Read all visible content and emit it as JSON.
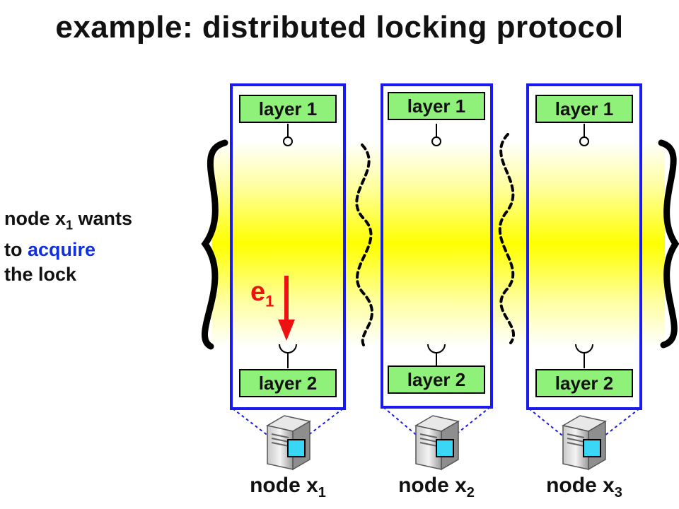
{
  "title": "example: distributed locking protocol",
  "caption": {
    "line1_prefix": "node x",
    "line1_sub": "1",
    "line1_suffix": " wants",
    "line2_prefix": "to ",
    "line2_highlight": "acquire",
    "line3": "the lock"
  },
  "columns": [
    {
      "top_label": "layer 1",
      "bottom_label": "layer 2",
      "node_name": "node x",
      "node_sub": "1"
    },
    {
      "top_label": "layer 1",
      "bottom_label": "layer 2",
      "node_name": "node x",
      "node_sub": "2"
    },
    {
      "top_label": "layer 1",
      "bottom_label": "layer 2",
      "node_name": "node x",
      "node_sub": "3"
    }
  ],
  "event": {
    "name": "e",
    "sub": "1"
  },
  "colors": {
    "box_border": "#1a1aee",
    "layer_fill": "#8ff07a",
    "band_yellow": "#ffff00",
    "event_red": "#ee1111",
    "accent_blue": "#1030e0"
  },
  "icons": [
    "server-icon",
    "lock-event-arrow"
  ]
}
